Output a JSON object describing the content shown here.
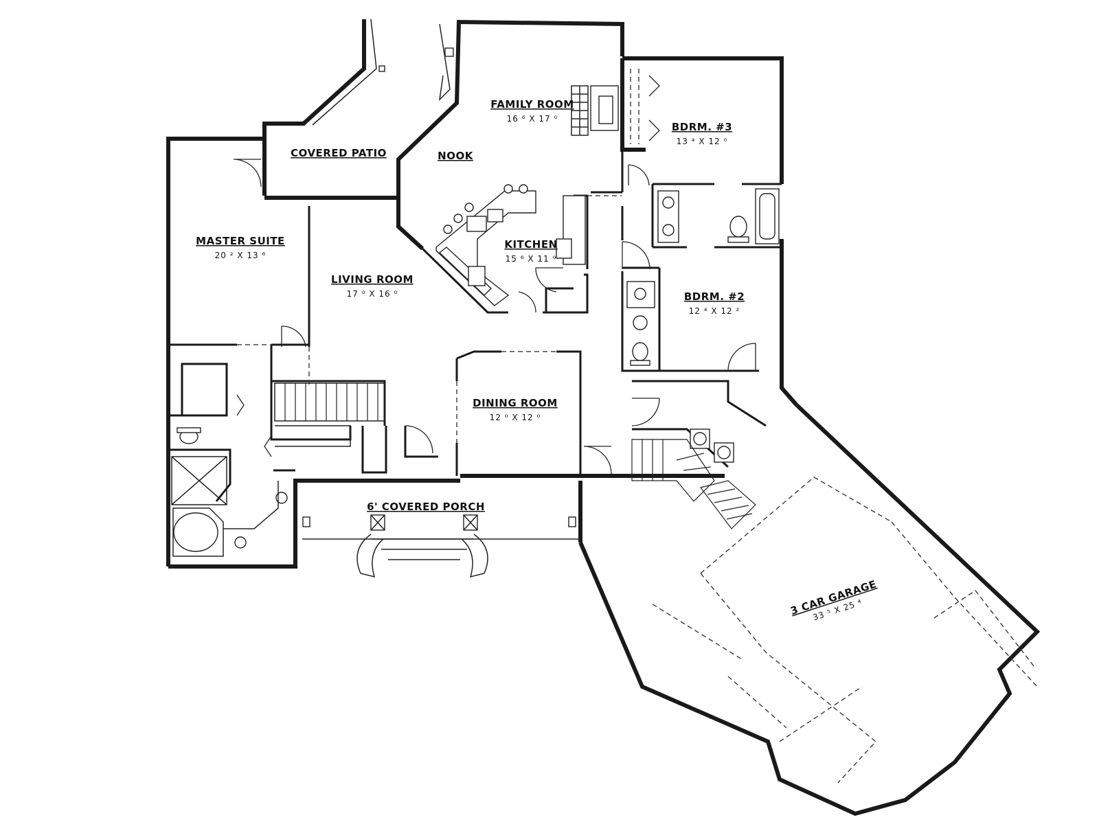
{
  "rooms": {
    "family_room": {
      "name": "FAMILY ROOM",
      "dim": "16 ⁶ X 17 ⁰"
    },
    "bdrm3": {
      "name": "BDRM. #3",
      "dim": "13 ⁴ X 12 ⁰"
    },
    "covered_patio": {
      "name": "COVERED PATIO",
      "dim": ""
    },
    "nook": {
      "name": "NOOK",
      "dim": ""
    },
    "master_suite": {
      "name": "MASTER SUITE",
      "dim": "20 ² X 13 ⁶"
    },
    "kitchen": {
      "name": "KITCHEN",
      "dim": "15 ⁶ X 11 ⁰"
    },
    "living_room": {
      "name": "LIVING ROOM",
      "dim": "17 ⁰ X 16 ⁰"
    },
    "bdrm2": {
      "name": "BDRM. #2",
      "dim": "12 ⁴ X 12 ²"
    },
    "dining_room": {
      "name": "DINING ROOM",
      "dim": "12 ⁰ X 12 ⁰"
    },
    "covered_porch": {
      "name": "6' COVERED PORCH",
      "dim": ""
    },
    "garage": {
      "name": "3 CAR GARAGE",
      "dim": "33 ⁵ X 25 ⁴"
    }
  },
  "colors": {
    "ink": "#1a1a1a",
    "paper": "#ffffff"
  }
}
